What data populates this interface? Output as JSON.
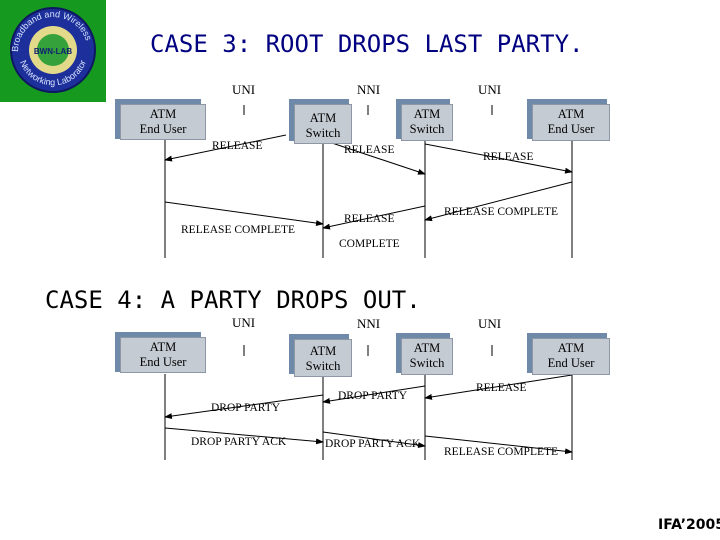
{
  "logo": {
    "ring_text_top": "Broadband and Wireless",
    "ring_text_bottom": "Networking Laboratory",
    "center_text": "BWN-LAB",
    "colors": {
      "background": "#159a1f",
      "ring": "#1d2f9a",
      "center": "#e3d98a"
    }
  },
  "case3": {
    "title": "CASE 3:  ROOT DROPS LAST PARTY.",
    "title_color": "#000080",
    "interfaces": {
      "left": "UNI",
      "middle": "NNI",
      "right": "UNI"
    },
    "nodes": {
      "end_user_left": [
        "ATM",
        "End User"
      ],
      "switch_left": [
        "ATM",
        "Switch"
      ],
      "switch_right": [
        "ATM",
        "Switch"
      ],
      "end_user_right": [
        "ATM",
        "End User"
      ]
    },
    "messages": {
      "release_1": "RELEASE",
      "release_2": "RELEASE",
      "release_3": "RELEASE",
      "release_complete_1": "RELEASE COMPLETE",
      "release_complete_2_line1": "RELEASE",
      "release_complete_2_line2": "COMPLETE",
      "release_complete_3": "RELEASE COMPLETE"
    }
  },
  "case4": {
    "title": "CASE 4:  A PARTY DROPS OUT.",
    "interfaces": {
      "left": "UNI",
      "middle": "NNI",
      "right": "UNI"
    },
    "nodes": {
      "end_user_left": [
        "ATM",
        "End User"
      ],
      "switch_left": [
        "ATM",
        "Switch"
      ],
      "switch_right": [
        "ATM",
        "Switch"
      ],
      "end_user_right": [
        "ATM",
        "End User"
      ]
    },
    "messages": {
      "drop_party_1": "DROP PARTY",
      "drop_party_2": "DROP PARTY",
      "release": "RELEASE",
      "drop_party_ack_1": "DROP PARTY ACK",
      "drop_party_ack_2": "DROP PARTY ACK",
      "release_complete": "RELEASE COMPLETE"
    }
  },
  "footer": {
    "text": "IFA’2005"
  }
}
